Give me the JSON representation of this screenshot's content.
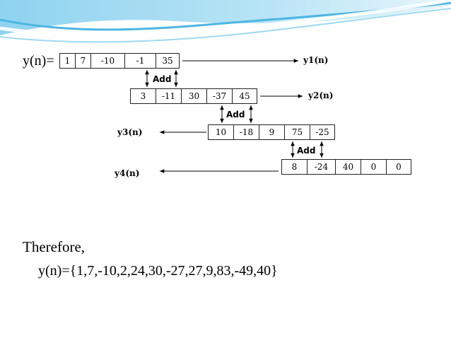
{
  "lhs_label": "y(n)=",
  "rows": [
    {
      "cells": [
        "1",
        "7",
        "-10",
        "-1",
        "35"
      ],
      "label": "y1(n)"
    },
    {
      "cells": [
        "3",
        "-11",
        "30",
        "-37",
        "45"
      ],
      "label": "y2(n)"
    },
    {
      "cells": [
        "10",
        "-18",
        "9",
        "75",
        "-25"
      ],
      "label": "y3(n)"
    },
    {
      "cells": [
        "8",
        "-24",
        "40",
        "0",
        "0"
      ],
      "label": "y4(n)"
    }
  ],
  "add_labels": [
    "Add",
    "Add",
    "Add"
  ],
  "conclusion": {
    "heading": "Therefore,",
    "result": "y(n)={1,7,-10,2,24,30,-27,27,9,83,-49,40}"
  },
  "colors": {
    "wave_light": "#c9eaf8",
    "wave_mid": "#7fcbec",
    "wave_dark": "#38a9dc"
  }
}
